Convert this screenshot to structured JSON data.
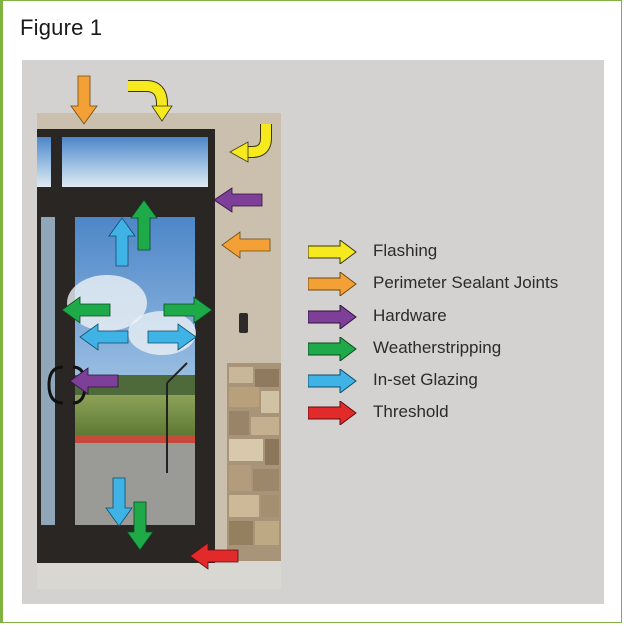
{
  "figure": {
    "title": "Figure 1"
  },
  "legend": [
    {
      "label": "Flashing",
      "color": "#f6ea1f"
    },
    {
      "label": "Perimeter Sealant Joints",
      "color": "#f3a036"
    },
    {
      "label": "Hardware",
      "color": "#7d3f98"
    },
    {
      "label": "Weatherstripping",
      "color": "#1faa4a"
    },
    {
      "label": "In-set Glazing",
      "color": "#3fb3e6"
    },
    {
      "label": "Threshold",
      "color": "#e32a2a"
    }
  ],
  "icons": {
    "flashing": "curved-arrow-icon",
    "sealant": "straight-arrow-icon",
    "hardware": "straight-arrow-icon",
    "weatherstripping": "double-arrow-icon",
    "glazing": "double-arrow-icon",
    "threshold": "straight-arrow-icon"
  }
}
